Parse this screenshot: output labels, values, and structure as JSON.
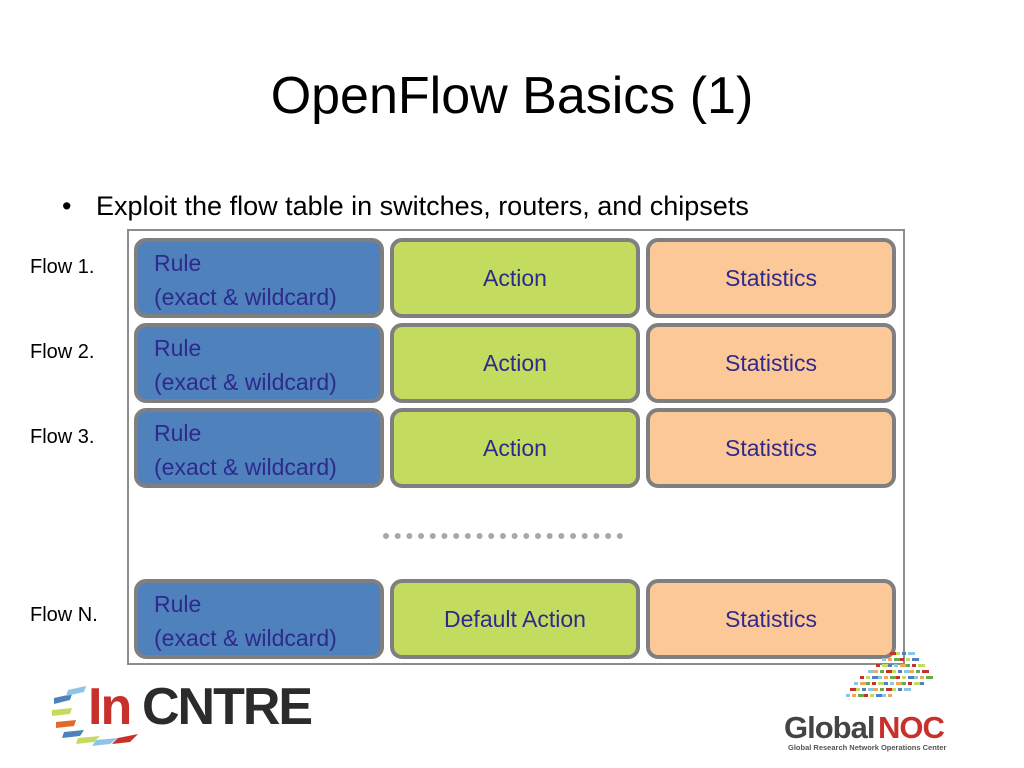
{
  "slide": {
    "title": "OpenFlow Basics (1)",
    "bullet": "Exploit the flow table in switches, routers, and chipsets"
  },
  "flows": [
    {
      "label": "Flow 1.",
      "rule_line1": "Rule",
      "rule_line2": "(exact & wildcard)",
      "action": "Action",
      "stats": "Statistics"
    },
    {
      "label": "Flow 2.",
      "rule_line1": "Rule",
      "rule_line2": "(exact & wildcard)",
      "action": "Action",
      "stats": "Statistics"
    },
    {
      "label": "Flow 3.",
      "rule_line1": "Rule",
      "rule_line2": "(exact & wildcard)",
      "action": "Action",
      "stats": "Statistics"
    },
    {
      "label": "Flow N.",
      "rule_line1": "Rule",
      "rule_line2": "(exact & wildcard)",
      "action": "Default Action",
      "stats": "Statistics"
    }
  ],
  "logos": {
    "left": {
      "name_part1": "In",
      "name_part2": "CNTRE"
    },
    "right": {
      "name_part1": "Global",
      "name_part2": "NOC",
      "tagline": "Global Research Network Operations Center"
    }
  },
  "colors": {
    "rule": "#4f81bd",
    "action": "#c3dc60",
    "stats": "#fdc898",
    "cell_text": "#2e2a8c",
    "brand_red": "#c8302c"
  }
}
